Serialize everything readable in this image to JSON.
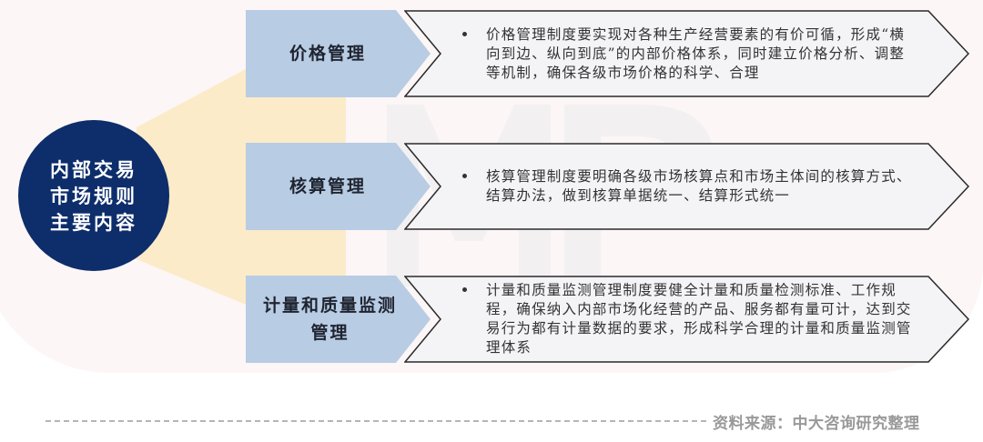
{
  "diagram": {
    "hub": {
      "lines": [
        "内部交易",
        "市场规则",
        "主要内容"
      ],
      "color": "#0d2d6b"
    },
    "fan_color": "#fbebc9",
    "label_color": "#b8cce4",
    "watermark": "MP",
    "items": [
      {
        "label": "价格管理",
        "detail": "价格管理制度要实现对各种生产经营要素的有价可循，形成“横向到边、纵向到底”的内部价格体系，同时建立价格分析、调整等机制，确保各级市场价格的科学、合理"
      },
      {
        "label": "核算管理",
        "detail": "核算管理制度要明确各级市场核算点和市场主体间的核算方式、结算办法，做到核算单据统一、结算形式统一"
      },
      {
        "label": "计量和质量监测管理",
        "detail": "计量和质量监测管理制度要健全计量和质量检测标准、工作规程，确保纳入内部市场化经营的产品、服务都有量可计，达到交易行为都有计量数据的要求，形成科学合理的计量和质量监测管理体系"
      }
    ]
  },
  "footer": {
    "source": "资料来源：中大咨询研究整理"
  }
}
